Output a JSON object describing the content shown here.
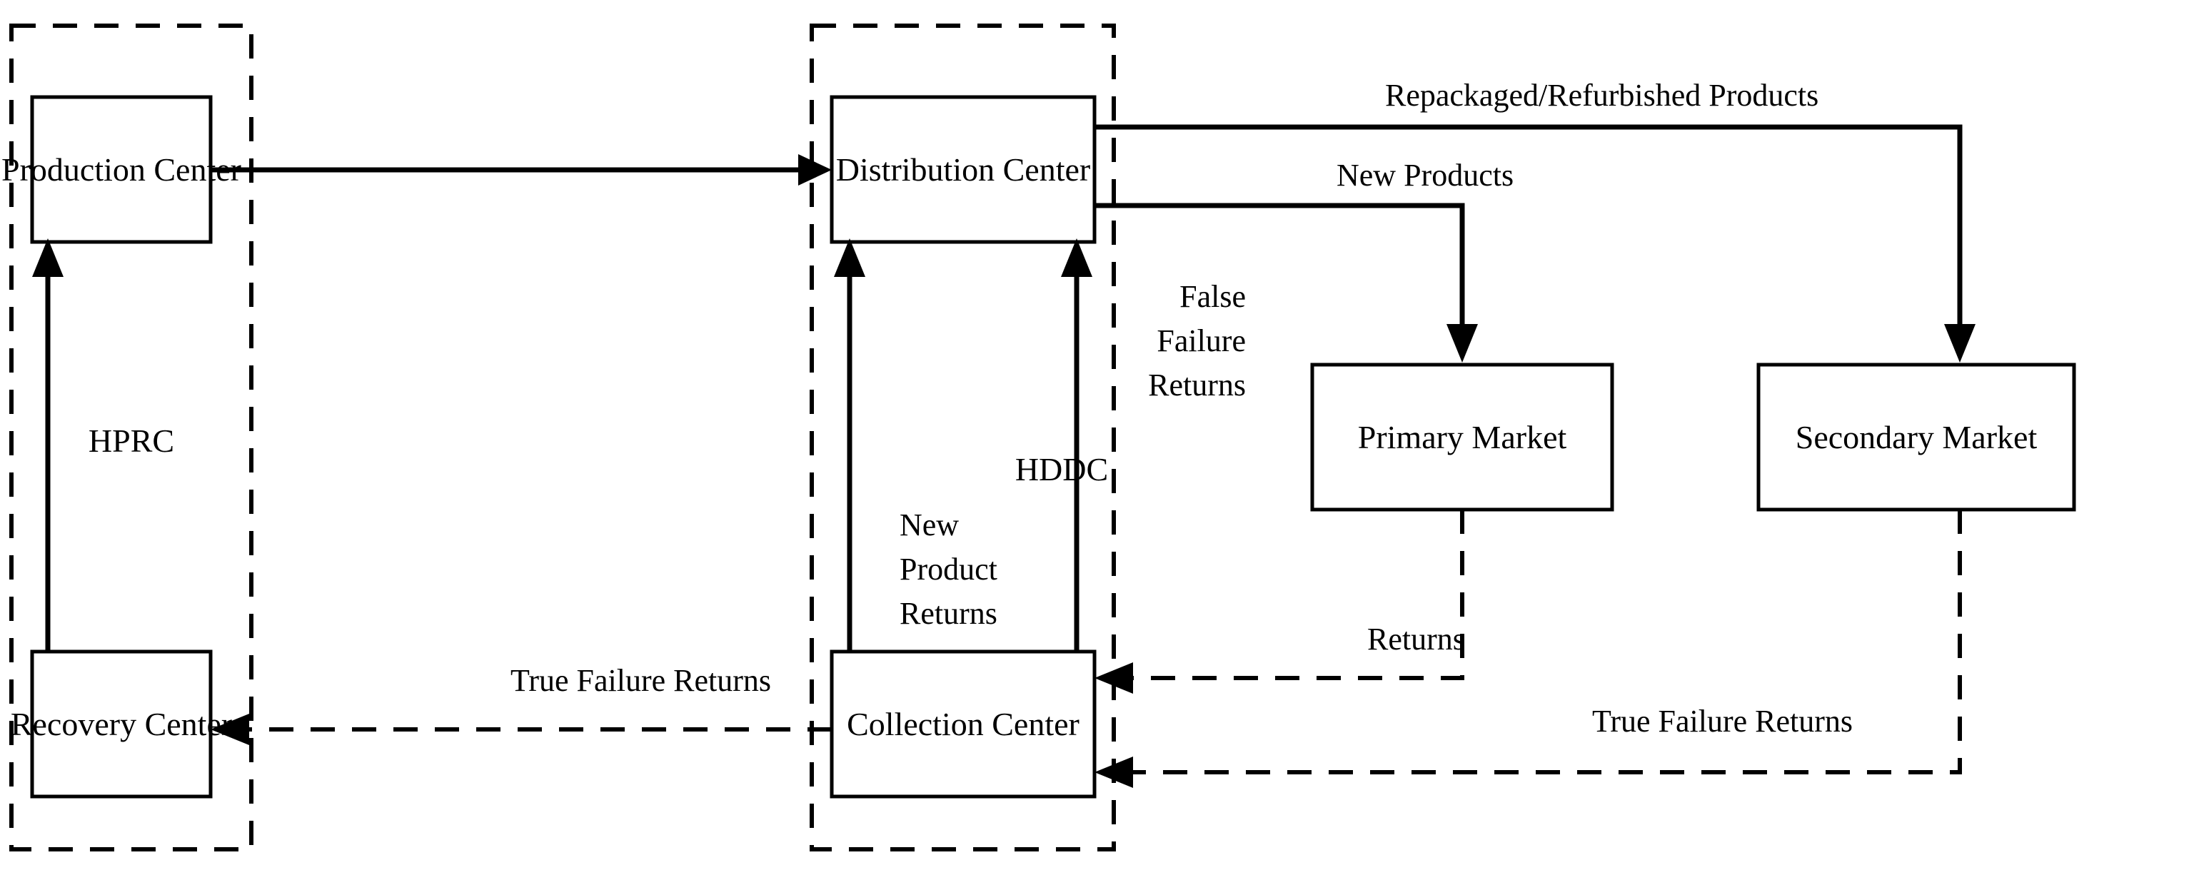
{
  "diagram": {
    "title": "Closed-loop supply chain network with HPRC and HDDC",
    "groups": [
      {
        "id": "hprc",
        "label": "HPRC"
      },
      {
        "id": "hddc",
        "label": "HDDC"
      }
    ],
    "nodes": [
      {
        "id": "production-center",
        "label": "Production Center"
      },
      {
        "id": "recovery-center",
        "label": "Recovery Center"
      },
      {
        "id": "distribution-center",
        "label": "Distribution Center"
      },
      {
        "id": "collection-center",
        "label": "Collection Center"
      },
      {
        "id": "primary-market",
        "label": "Primary  Market"
      },
      {
        "id": "secondary-market",
        "label": "Secondary Market"
      }
    ],
    "edge_labels": {
      "repackaged": "Repackaged/Refurbished Products",
      "new_products": "New Products",
      "false_failure_returns_l1": "False",
      "false_failure_returns_l2": "Failure",
      "false_failure_returns_l3": "Returns",
      "new_product_returns_l1": "New",
      "new_product_returns_l2": "Product",
      "new_product_returns_l3": "Returns",
      "true_failure_returns_left": "True Failure Returns",
      "returns": "Returns",
      "true_failure_returns_right": "True Failure Returns"
    },
    "colors": {
      "stroke": "#000000",
      "background": "#ffffff"
    }
  }
}
